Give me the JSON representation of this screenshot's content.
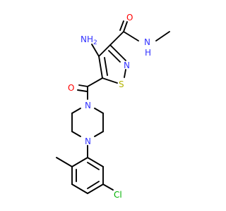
{
  "atom_colors": {
    "carbon_bond": "#000000",
    "nitrogen": "#3333ff",
    "oxygen": "#ff0000",
    "sulfur": "#b2b200",
    "chlorine": "#00b200"
  },
  "labels": {
    "amine": "NH2",
    "amide_oxygen": "O",
    "amide_nitrogen": "N",
    "amide_h": "H",
    "ring_nitrogen": "N",
    "sulfur": "S",
    "ketone_oxygen": "O",
    "piperazine_n1": "N",
    "piperazine_n4": "N",
    "chlorine": "Cl"
  }
}
